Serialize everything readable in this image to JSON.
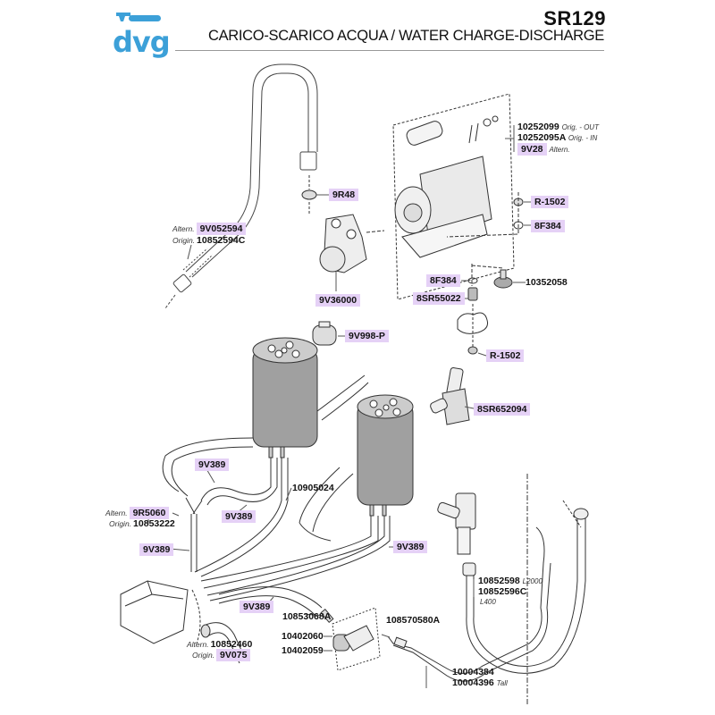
{
  "header": {
    "brand": "dvg",
    "code": "SR129",
    "title": "CARICO-SCARICO ACQUA / WATER CHARGE-DISCHARGE",
    "brand_color": "#3ca0d8",
    "highlight_color": "#e5d1f6"
  },
  "labels": {
    "pump_out": {
      "code": "10252099",
      "note": "Orig. - OUT"
    },
    "pump_in": {
      "code": "10252095A",
      "note": "Orig. - IN"
    },
    "pump_alt": {
      "code": "9V28",
      "note": "Altern."
    },
    "r48": {
      "code": "9R48"
    },
    "r1502_top": {
      "code": "R-1502"
    },
    "f384_right": {
      "code": "8F384"
    },
    "hose_alt": {
      "prefix": "Altern.",
      "code": "9V052594"
    },
    "hose_orig": {
      "prefix": "Origin.",
      "code": "10852594C"
    },
    "v36000": {
      "code": "9V36000"
    },
    "f384_left": {
      "code": "8F384"
    },
    "foot": {
      "code": "10352058"
    },
    "sr55022": {
      "code": "8SR55022"
    },
    "v998": {
      "code": "9V998-P"
    },
    "r1502_bottom": {
      "code": "R-1502"
    },
    "sr652094": {
      "code": "8SR652094"
    },
    "v389_a": {
      "code": "9V389"
    },
    "tube": {
      "code": "10905024"
    },
    "y_alt": {
      "prefix": "Altern.",
      "code": "9R5060"
    },
    "y_orig": {
      "prefix": "Origin.",
      "code": "10853222"
    },
    "v389_b": {
      "code": "9V389"
    },
    "v389_c": {
      "code": "9V389"
    },
    "v389_d": {
      "code": "9V389"
    },
    "v389_e": {
      "code": "9V389"
    },
    "hose2000": {
      "code": "10852598",
      "note": "L2000"
    },
    "hose400": {
      "code": "10852596C",
      "note": "L400"
    },
    "fitting": {
      "code": "10853068A"
    },
    "fitting2": {
      "code": "108570580A"
    },
    "tap1": {
      "code": "10402060"
    },
    "tap2": {
      "code": "10402059"
    },
    "drain_alt": {
      "prefix": "Altern.",
      "code": "10852460"
    },
    "drain_orig": {
      "prefix": "Origin.",
      "code": "9V075"
    },
    "pipe1": {
      "code": "10004384"
    },
    "pipe2": {
      "code": "10004396",
      "note": "Tall"
    }
  }
}
